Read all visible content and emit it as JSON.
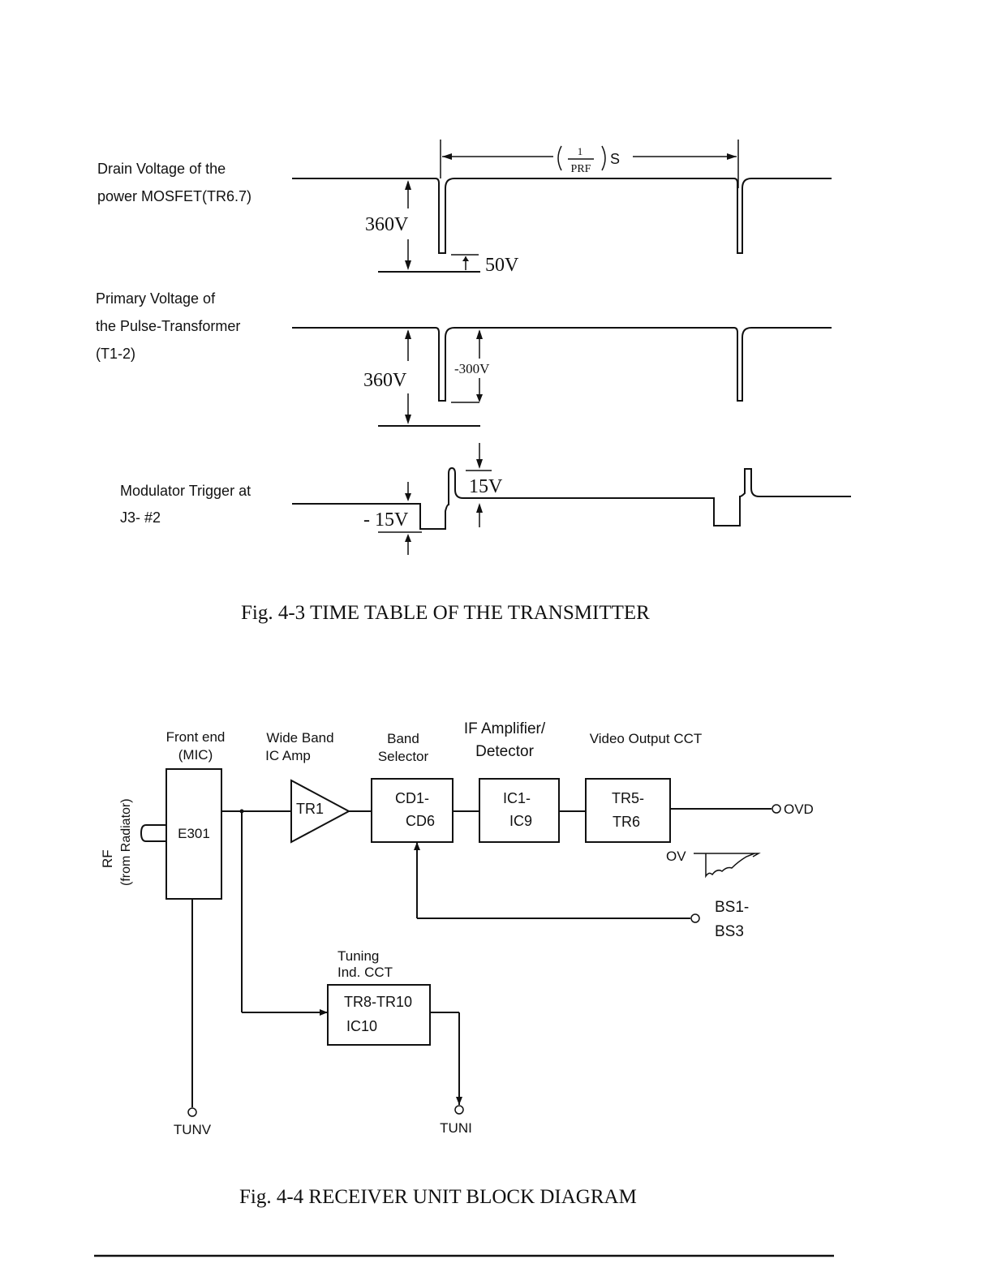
{
  "fig3": {
    "caption": "Fig. 4-3   TIME TABLE OF THE TRANSMITTER",
    "period_num": "1",
    "period_den": "PRF",
    "period_unit": "S",
    "drain": {
      "label_1": "Drain  Voltage  of the",
      "label_2": "power MOSFET(TR6.7)",
      "v_360": "360V",
      "v_50": "50V"
    },
    "primary": {
      "label_1": "Primary  Voltage  of",
      "label_2": "the  Pulse-Transformer",
      "label_3": "(T1-2)",
      "v_360": "360V",
      "v_300": "-300V"
    },
    "modulator": {
      "label_1": "Modulator Trigger at",
      "label_2": "J3- #2",
      "v_pos15": "15V",
      "v_neg15": "- 15V"
    }
  },
  "fig4": {
    "caption": "Fig. 4-4   RECEIVER UNIT BLOCK DIAGRAM",
    "rf_label_1": "RF",
    "rf_label_2": "(from Radiator)",
    "front_end": {
      "title_1": "Front end",
      "title_2": "(MIC)",
      "box": "E301"
    },
    "wide_band": {
      "title_1": "Wide Band",
      "title_2": "IC Amp",
      "box": "TR1"
    },
    "band_selector": {
      "title_1": "Band",
      "title_2": "Selector",
      "box_1": "CD1-",
      "box_2": "CD6"
    },
    "if_amp": {
      "title_1": "IF Amplifier/",
      "title_2": "Detector",
      "box_1": "IC1-",
      "box_2": "IC9"
    },
    "video": {
      "title": "Video Output CCT",
      "box_1": "TR5-",
      "box_2": "TR6"
    },
    "tuning": {
      "title_1": "Tuning",
      "title_2": "Ind. CCT",
      "box_1": "TR8-TR10",
      "box_2": "IC10"
    },
    "ovd": "OVD",
    "ov": "OV",
    "bs_1": "BS1-",
    "bs_2": "BS3",
    "tunv": "TUNV",
    "tuni": "TUNI"
  }
}
